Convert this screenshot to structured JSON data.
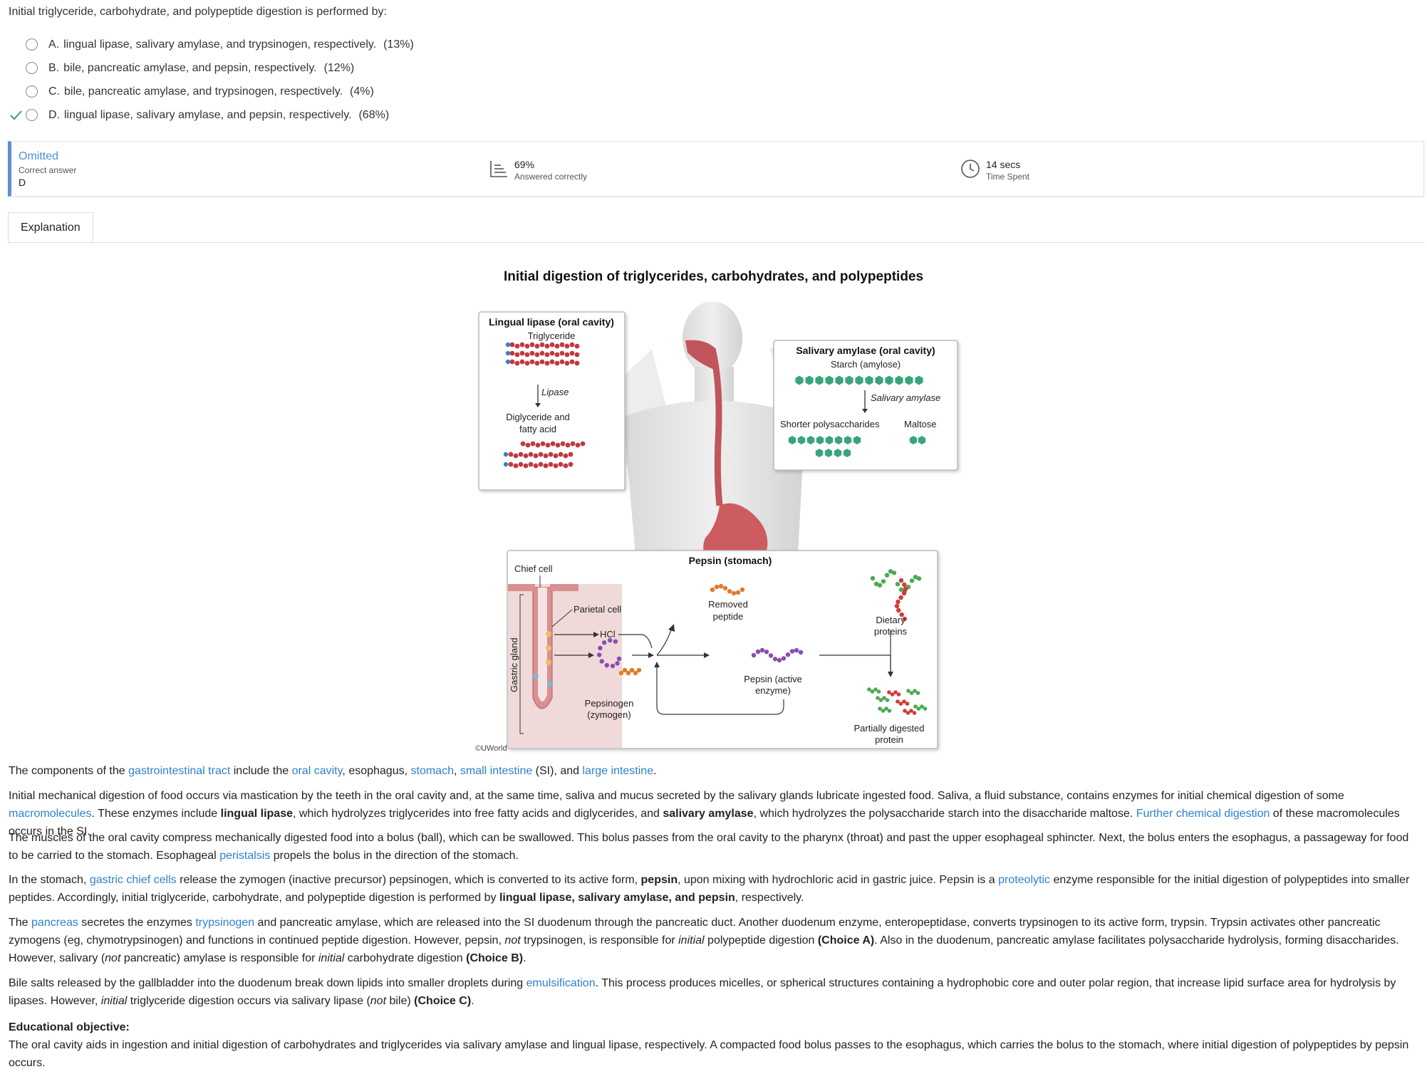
{
  "question": {
    "stem": "Initial triglyceride, carbohydrate, and polypeptide digestion is performed by:",
    "choices": [
      {
        "letter": "A.",
        "text": "lingual lipase, salivary amylase, and trypsinogen, respectively.",
        "pct": "(13%)"
      },
      {
        "letter": "B.",
        "text": "bile, pancreatic amylase, and pepsin, respectively.",
        "pct": "(12%)"
      },
      {
        "letter": "C.",
        "text": "bile, pancreatic amylase, and trypsinogen, respectively.",
        "pct": "(4%)"
      },
      {
        "letter": "D.",
        "text": "lingual lipase, salivary amylase, and pepsin, respectively.",
        "pct": "(68%)",
        "correct": true
      }
    ]
  },
  "stats": {
    "status": "Omitted",
    "correct_label": "Correct answer",
    "correct_value": "D",
    "percent": "69%",
    "percent_label": "Answered correctly",
    "time": "14 secs",
    "time_label": "Time Spent",
    "accent_color": "#5b8fd6"
  },
  "tabs": {
    "explanation": "Explanation"
  },
  "figure": {
    "title": "Initial digestion of triglycerides, carbohydrates, and polypeptides",
    "lingual": {
      "heading": "Lingual lipase (oral cavity)",
      "substrate": "Triglyceride",
      "enzyme": "Lipase",
      "product_line1": "Diglyceride and",
      "product_line2": "fatty acid"
    },
    "salivary": {
      "heading": "Salivary amylase (oral cavity)",
      "substrate": "Starch (amylose)",
      "enzyme": "Salivary amylase",
      "product1": "Shorter polysaccharides",
      "product2": "Maltose"
    },
    "pepsin": {
      "heading": "Pepsin (stomach)",
      "chief_cell": "Chief cell",
      "parietal_cell": "Parietal cell",
      "hcl": "HCl",
      "gastric_gland": "Gastric gland",
      "removed_line1": "Removed",
      "removed_line2": "peptide",
      "pepsinogen_line1": "Pepsinogen",
      "pepsinogen_line2": "(zymogen)",
      "pepsin_line1": "Pepsin (active",
      "pepsin_line2": "enzyme)",
      "dietary_line1": "Dietary",
      "dietary_line2": "proteins",
      "partial_line1": "Partially digested",
      "partial_line2": "protein"
    },
    "copyright": "©UWorld"
  },
  "explanation": {
    "p1": {
      "a": "The components of the ",
      "l1": "gastrointestinal tract",
      "b": " include the ",
      "l2": "oral cavity",
      "c": ", esophagus, ",
      "l3": "stomach",
      "d": ", ",
      "l4": "small intestine",
      "e": " (SI), and ",
      "l5": "large intestine",
      "f": "."
    },
    "p2": {
      "a": "Initial mechanical digestion of food occurs via mastication by the teeth in the oral cavity and, at the same time, saliva and mucus secreted by the salivary glands lubricate ingested food.  Saliva, a fluid substance, contains enzymes for initial chemical digestion of some ",
      "l1": "macromolecules",
      "b": ".  These enzymes include ",
      "s1": "lingual lipase",
      "c": ", which hydrolyzes triglycerides into free fatty acids and diglycerides, and ",
      "s2": "salivary amylase",
      "d": ", which hydrolyzes the polysaccharide starch into the disaccharide maltose.  ",
      "l2": "Further chemical digestion",
      "e": " of these macromolecules occurs in the SI."
    },
    "p3": {
      "a": "The muscles of the oral cavity compress mechanically digested food into a bolus (ball), which can be swallowed.  This bolus passes from the oral cavity to the pharynx (throat) and past the upper esophageal sphincter.  Next, the bolus enters the esophagus, a passageway for food to be carried to the stomach.  Esophageal ",
      "l1": "peristalsis",
      "b": " propels the bolus in the direction of the stomach."
    },
    "p4": {
      "a": "In the stomach, ",
      "l1": "gastric chief cells",
      "b": " release the zymogen (inactive precursor) pepsinogen, which is converted to its active form, ",
      "s1": "pepsin",
      "c": ", upon mixing with hydrochloric acid in gastric juice.  Pepsin is a ",
      "l2": "proteolytic",
      "d": " enzyme responsible for the initial digestion of polypeptides into smaller peptides.  Accordingly, initial triglyceride, carbohydrate, and polypeptide digestion is performed by ",
      "s2": "lingual lipase, salivary amylase, and pepsin",
      "e": ", respectively."
    },
    "p5": {
      "a": "The ",
      "l1": "pancreas",
      "b": " secretes the enzymes ",
      "l2": "trypsinogen",
      "c": " and pancreatic amylase, which are released into the SI duodenum through the pancreatic duct.  Another duodenum enzyme, enteropeptidase, converts trypsinogen to its active form, trypsin.  Trypsin activates other pancreatic zymogens (eg, chymotrypsinogen) and functions in continued peptide digestion.  However, pepsin, ",
      "i1": "not",
      "d": " trypsinogen, is responsible for ",
      "i2": "initial",
      "e": " polypeptide digestion ",
      "s1": "(Choice A)",
      "f": ".  Also in the duodenum, pancreatic amylase facilitates polysaccharide hydrolysis, forming disaccharides.  However, salivary (",
      "i3": "not",
      "g": " pancreatic) amylase is responsible for ",
      "i4": "initial",
      "h": " carbohydrate digestion ",
      "s2": "(Choice B)",
      "j": "."
    },
    "p6": {
      "a": "Bile salts released by the gallbladder into the duodenum break down lipids into smaller droplets during ",
      "l1": "emulsification",
      "b": ".  This process produces micelles, or spherical structures containing a hydrophobic core and outer polar region, that increase lipid surface area for hydrolysis by lipases.  However, ",
      "i1": "initial",
      "c": " triglyceride digestion occurs via salivary lipase (",
      "i2": "not",
      "d": " bile) ",
      "s1": "(Choice C)",
      "e": "."
    },
    "objective_heading": "Educational objective:",
    "objective": "The oral cavity aids in ingestion and initial digestion of carbohydrates and triglycerides via salivary amylase and lingual lipase, respectively.  A compacted food bolus passes to the esophagus, which carries the bolus to the stomach, where initial digestion of polypeptides by pepsin occurs."
  }
}
